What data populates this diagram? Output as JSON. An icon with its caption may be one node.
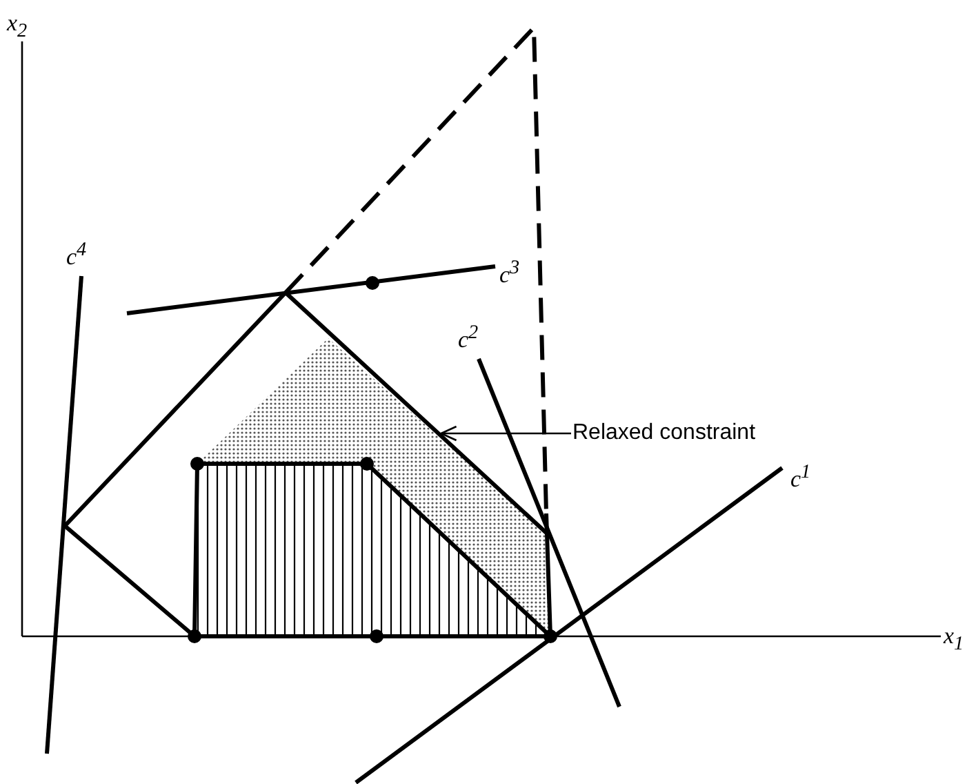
{
  "diagram": {
    "nodes": [
      {
        "text": [
          "Relaxed constraint"
        ]
      },
      {
        "text": [],
        "shape": "line"
      }
    ],
    "edges": [
      {
        "from": 0,
        "to": 1,
        "arrow": "to"
      }
    ],
    "labels": [
      "x$_{2}$",
      "c$^{4}$",
      "c$^{3}$",
      "c$^{2}$",
      "c$^{1}$",
      "x$_{1}$"
    ]
  }
}
